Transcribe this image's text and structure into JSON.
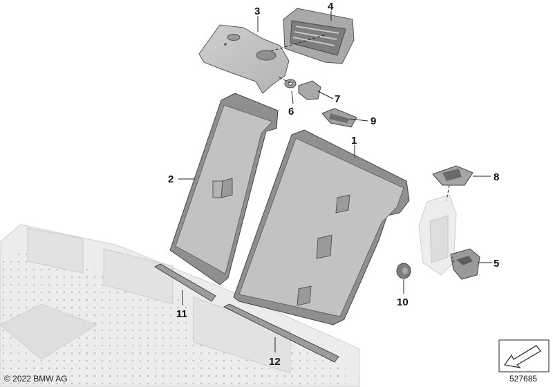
{
  "callouts": [
    {
      "label": "1"
    },
    {
      "label": "2"
    },
    {
      "label": "3"
    },
    {
      "label": "4"
    },
    {
      "label": "5"
    },
    {
      "label": "6"
    },
    {
      "label": "7"
    },
    {
      "label": "8"
    },
    {
      "label": "9"
    },
    {
      "label": "10"
    },
    {
      "label": "11"
    },
    {
      "label": "12"
    }
  ],
  "footer": {
    "copyright": "© 2022 BMW AG",
    "reference_number": "527685"
  },
  "colors": {
    "panel_fill": "#c4c4c4",
    "panel_dark": "#8f8f8f",
    "seat_bg": "#e9e9e9",
    "line": "#222222"
  }
}
